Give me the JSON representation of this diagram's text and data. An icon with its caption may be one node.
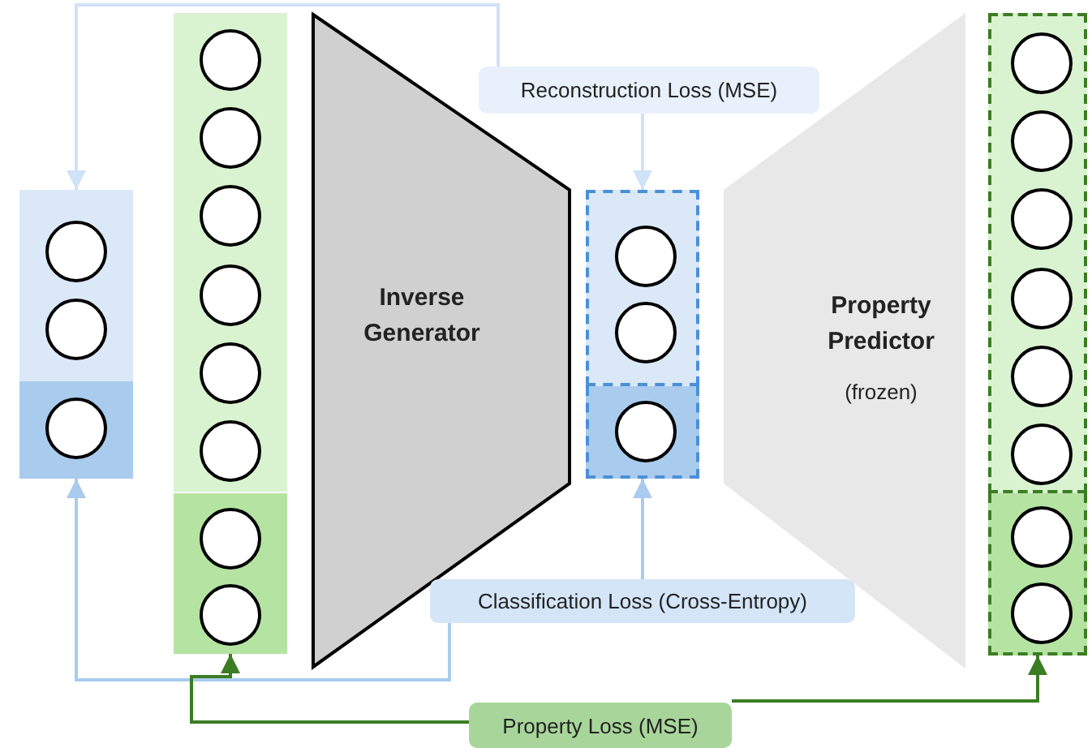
{
  "diagram": {
    "nodes": [
      {
        "text": [],
        "shape": "bar"
      },
      {
        "text": [],
        "shape": "circle",
        "in": 0
      },
      {
        "text": [],
        "shape": "circle",
        "in": 0
      },
      {
        "text": [],
        "shape": "circle",
        "in": 0
      },
      {
        "text": [],
        "shape": "circle",
        "in": 0
      },
      {
        "text": [],
        "shape": "circle",
        "in": 0
      },
      {
        "text": [],
        "shape": "circle",
        "in": 0
      },
      {
        "text": [],
        "shape": "bar"
      },
      {
        "text": [],
        "shape": "circle",
        "in": 7
      },
      {
        "text": [],
        "shape": "circle",
        "in": 7
      },
      {
        "text": [],
        "shape": "bar"
      },
      {
        "text": [],
        "shape": "circle",
        "in": 10
      },
      {
        "text": [],
        "shape": "circle",
        "in": 10
      },
      {
        "text": [],
        "shape": "bar"
      },
      {
        "text": [],
        "shape": "circle",
        "in": 13
      },
      {
        "text": [
          "Inverse Generator"
        ]
      },
      {
        "text": [
          "Reconstruction Loss (MSE)"
        ]
      },
      {
        "text": [],
        "shape": "bar"
      },
      {
        "text": [],
        "shape": "circle",
        "in": 17
      },
      {
        "text": [],
        "shape": "circle",
        "in": 17
      },
      {
        "text": [],
        "shape": "bar"
      },
      {
        "text": [],
        "shape": "circle",
        "in": 20
      },
      {
        "text": [
          "Property Predictor",
          "(frozen)"
        ]
      },
      {
        "text": [],
        "shape": "bar"
      },
      {
        "text": [],
        "shape": "circle",
        "in": 23
      },
      {
        "text": [],
        "shape": "circle",
        "in": 23
      },
      {
        "text": [],
        "shape": "circle",
        "in": 23
      },
      {
        "text": [],
        "shape": "circle",
        "in": 23
      },
      {
        "text": [],
        "shape": "circle",
        "in": 23
      },
      {
        "text": [],
        "shape": "circle",
        "in": 23
      },
      {
        "text": [],
        "shape": "bar"
      },
      {
        "text": [],
        "shape": "circle",
        "in": 30
      },
      {
        "text": [],
        "shape": "circle",
        "in": 30
      },
      {
        "text": [
          "Classification Loss (Cross-Entropy)"
        ]
      },
      {
        "text": [
          "Property Loss (MSE)"
        ]
      }
    ],
    "edges": [
      {
        "from": 16,
        "to": 10,
        "arrow": "to",
        "color": "#cfe2f6"
      },
      {
        "from": 16,
        "to": 17,
        "arrow": "to",
        "color": "#cfe2f6"
      },
      {
        "from": 33,
        "to": 13,
        "arrow": "to",
        "color": "#a9cbee"
      },
      {
        "from": 33,
        "to": 20,
        "arrow": "to",
        "color": "#a9cbee"
      },
      {
        "from": 34,
        "to": 7,
        "arrow": "to",
        "color": "#3b7d23"
      },
      {
        "from": 34,
        "to": 30,
        "arrow": "to",
        "color": "#3b7d23"
      }
    ]
  }
}
